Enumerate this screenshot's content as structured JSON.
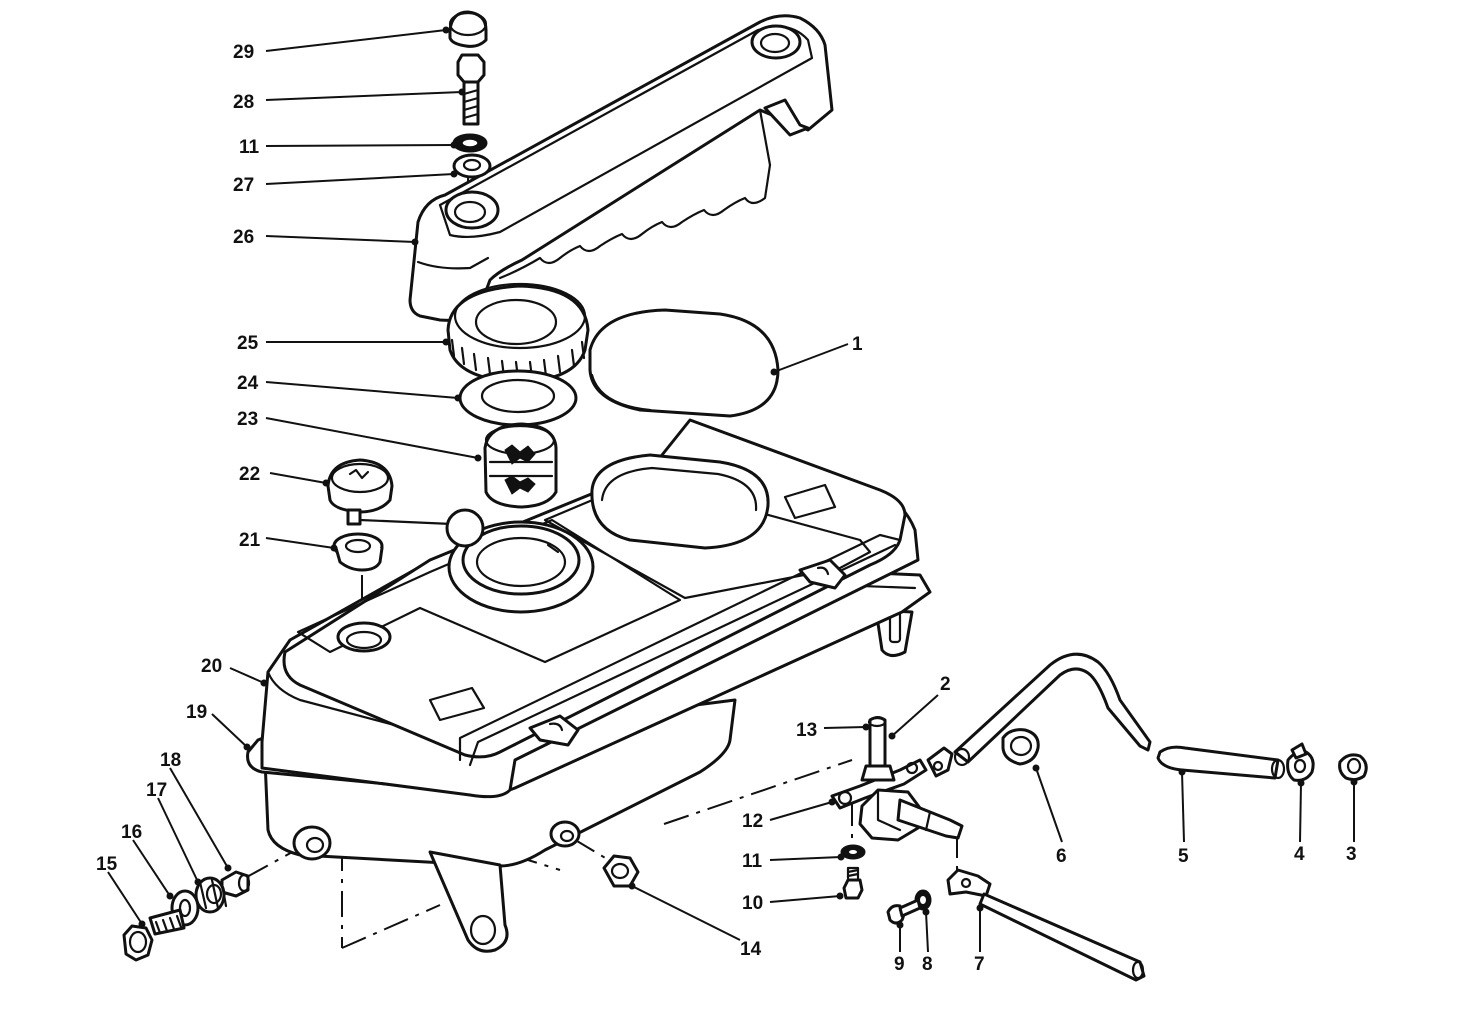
{
  "callouts": [
    {
      "id": "1",
      "label": "1"
    },
    {
      "id": "2",
      "label": "2"
    },
    {
      "id": "3",
      "label": "3"
    },
    {
      "id": "4",
      "label": "4"
    },
    {
      "id": "5",
      "label": "5"
    },
    {
      "id": "6",
      "label": "6"
    },
    {
      "id": "7",
      "label": "7"
    },
    {
      "id": "8",
      "label": "8"
    },
    {
      "id": "9",
      "label": "9"
    },
    {
      "id": "10",
      "label": "10"
    },
    {
      "id": "11a",
      "label": "11"
    },
    {
      "id": "11b",
      "label": "11"
    },
    {
      "id": "12",
      "label": "12"
    },
    {
      "id": "13",
      "label": "13"
    },
    {
      "id": "14",
      "label": "14"
    },
    {
      "id": "15",
      "label": "15"
    },
    {
      "id": "16",
      "label": "16"
    },
    {
      "id": "17",
      "label": "17"
    },
    {
      "id": "18",
      "label": "18"
    },
    {
      "id": "19",
      "label": "19"
    },
    {
      "id": "20",
      "label": "20"
    },
    {
      "id": "21",
      "label": "21"
    },
    {
      "id": "22",
      "label": "22"
    },
    {
      "id": "23",
      "label": "23"
    },
    {
      "id": "24",
      "label": "24"
    },
    {
      "id": "25",
      "label": "25"
    },
    {
      "id": "26",
      "label": "26"
    },
    {
      "id": "27",
      "label": "27"
    },
    {
      "id": "28",
      "label": "28"
    },
    {
      "id": "29",
      "label": "29"
    }
  ]
}
